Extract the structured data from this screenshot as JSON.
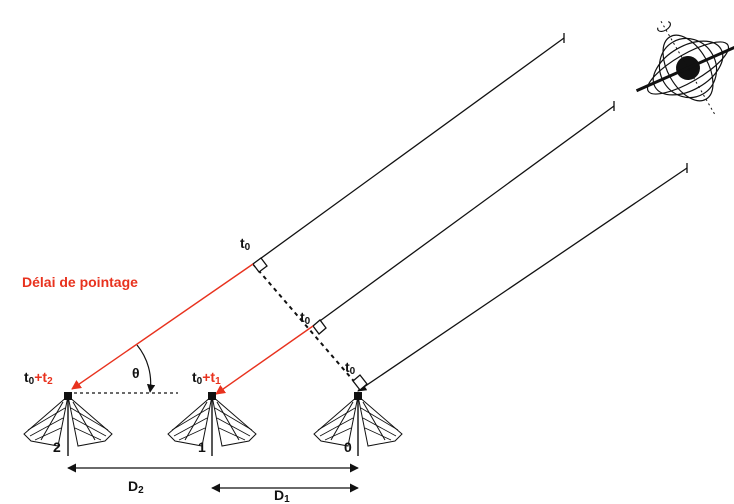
{
  "diagram": {
    "title": "Délai de pointage",
    "accent_color": "#e8321e",
    "line_color": "#111111",
    "angle_label": "θ",
    "wavefront_labels": [
      {
        "base": "t",
        "sub": "0"
      },
      {
        "base": "t",
        "sub": "0"
      },
      {
        "base": "t",
        "sub": "0"
      }
    ],
    "antennas": [
      {
        "number": "2",
        "time_base": "t",
        "time_sub": "0",
        "plus": "+",
        "delay_base": "t",
        "delay_sub": "2"
      },
      {
        "number": "1",
        "time_base": "t",
        "time_sub": "0",
        "plus": "+",
        "delay_base": "t",
        "delay_sub": "1"
      },
      {
        "number": "0"
      }
    ],
    "baselines": [
      {
        "base": "D",
        "sub": "2"
      },
      {
        "base": "D",
        "sub": "1"
      }
    ],
    "source_icon": "pulsar-icon"
  }
}
